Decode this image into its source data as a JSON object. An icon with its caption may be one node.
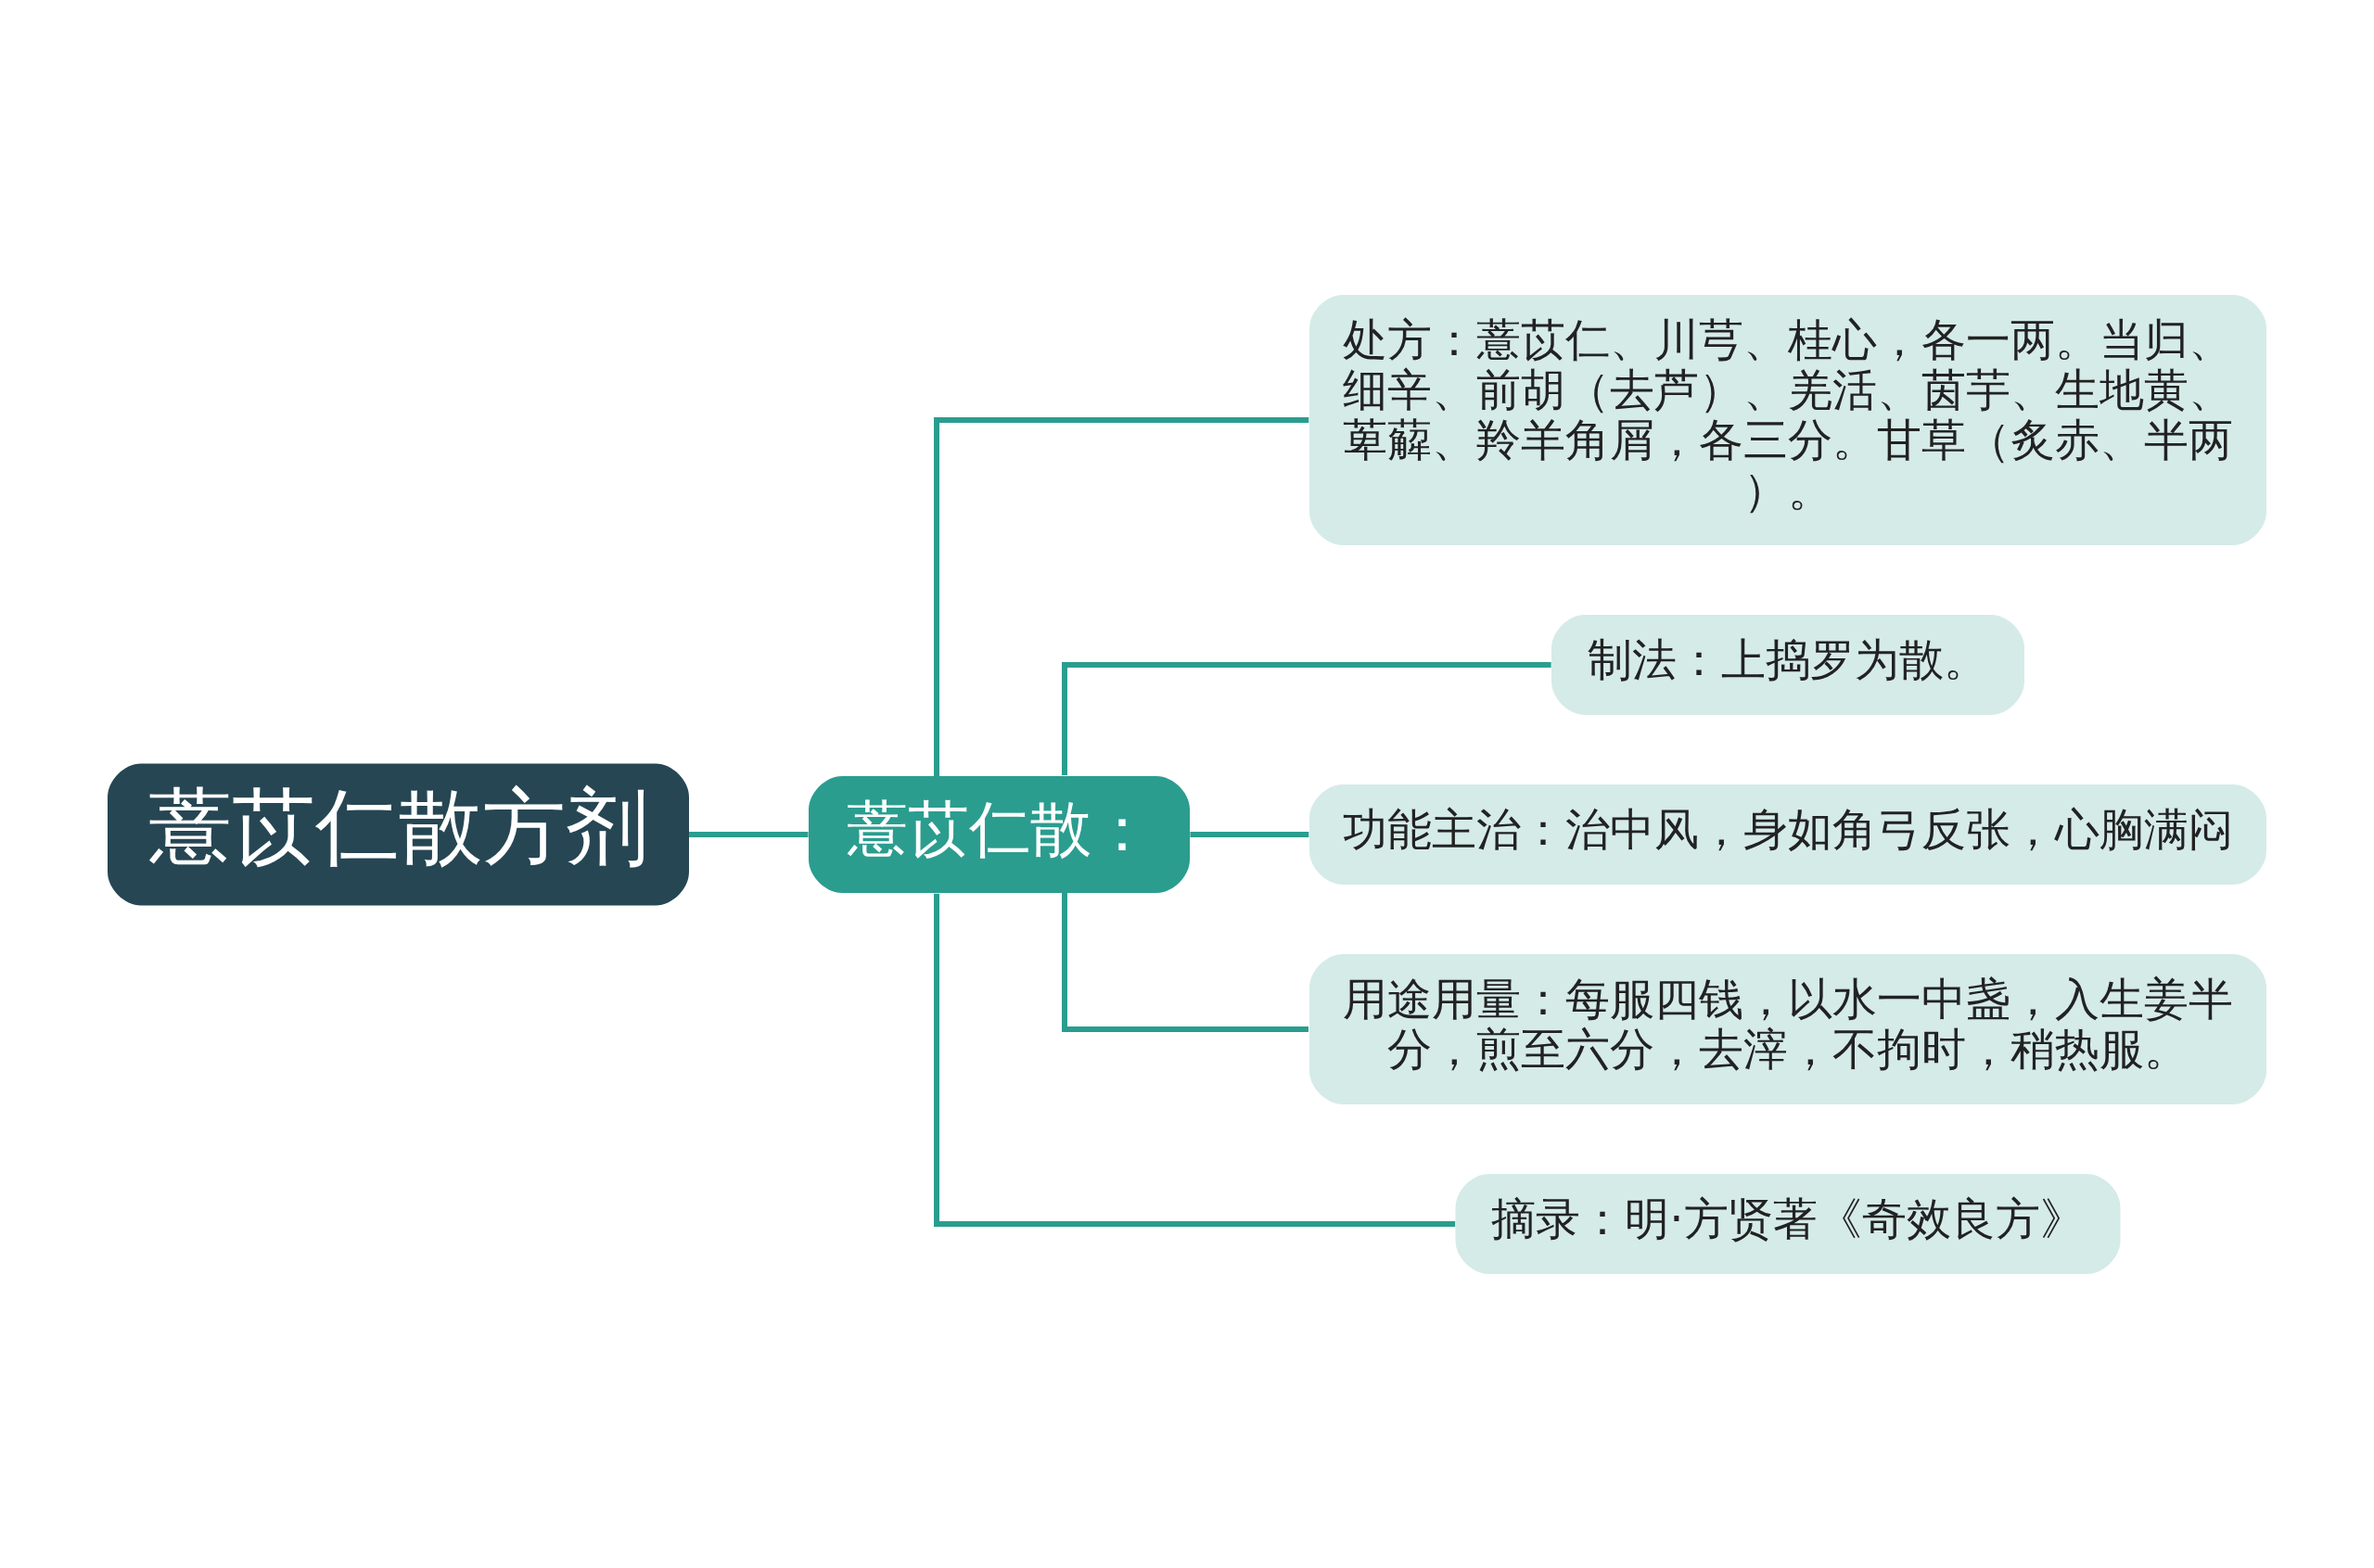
{
  "diagram": {
    "nodes": [
      {
        "text": [
          "薏苡仁散方剂"
        ]
      },
      {
        "text": [
          "薏苡仁散："
        ]
      },
      {
        "text": [
          "处方：薏苡仁、川芎、桂心，各一两。当归、细辛、前胡（去芦）、羌活、茵芋、生地黄、萆薢、羚羊角屑，各三分。甘草（炙赤、半两）。"
        ]
      },
      {
        "text": [
          "制法：上捣罗为散。"
        ]
      },
      {
        "text": [
          "功能主治：治中风，身如角弓反张，心胸满闷"
        ]
      },
      {
        "text": [
          "用途用量：每服四钱，以水一中盏，入生姜半分，煎至六分，去滓，不拘时，稍热服。"
        ]
      },
      {
        "text": [
          "摘录：明·方贤著《奇效良方》"
        ]
      }
    ],
    "edges": [
      {
        "from": 0,
        "to": 1,
        "arrow": "none"
      },
      {
        "from": 1,
        "to": 2,
        "arrow": "none"
      },
      {
        "from": 1,
        "to": 3,
        "arrow": "none"
      },
      {
        "from": 1,
        "to": 4,
        "arrow": "none"
      },
      {
        "from": 1,
        "to": 5,
        "arrow": "none"
      },
      {
        "from": 1,
        "to": 6,
        "arrow": "none"
      }
    ]
  }
}
